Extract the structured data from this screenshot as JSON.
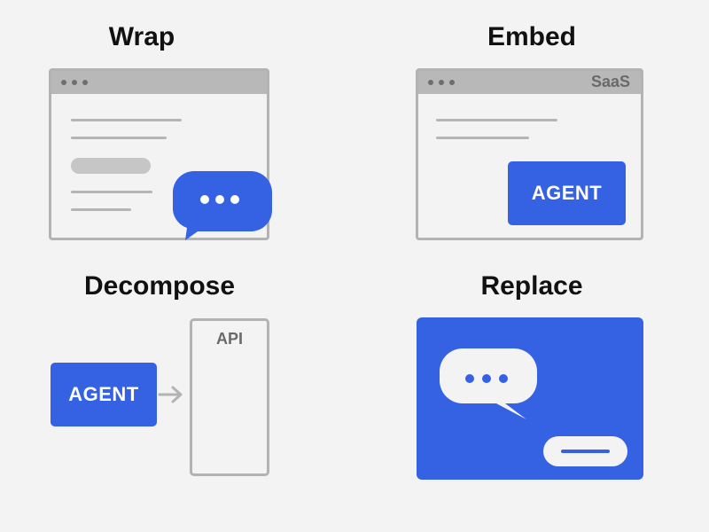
{
  "panels": {
    "wrap": {
      "title": "Wrap"
    },
    "embed": {
      "title": "Embed",
      "window_label": "SaaS",
      "agent_label": "AGENT"
    },
    "decompose": {
      "title": "Decompose",
      "agent_label": "AGENT",
      "api_label": "API"
    },
    "replace": {
      "title": "Replace"
    }
  },
  "colors": {
    "accent": "#3561e3",
    "window_border": "#b3b3b3",
    "window_bar": "#b8b8b8",
    "line": "#b5b5b5",
    "background": "#f3f3f3"
  },
  "icons": [
    "chat-bubble-icon",
    "ellipsis-icon",
    "arrow-right-icon"
  ]
}
